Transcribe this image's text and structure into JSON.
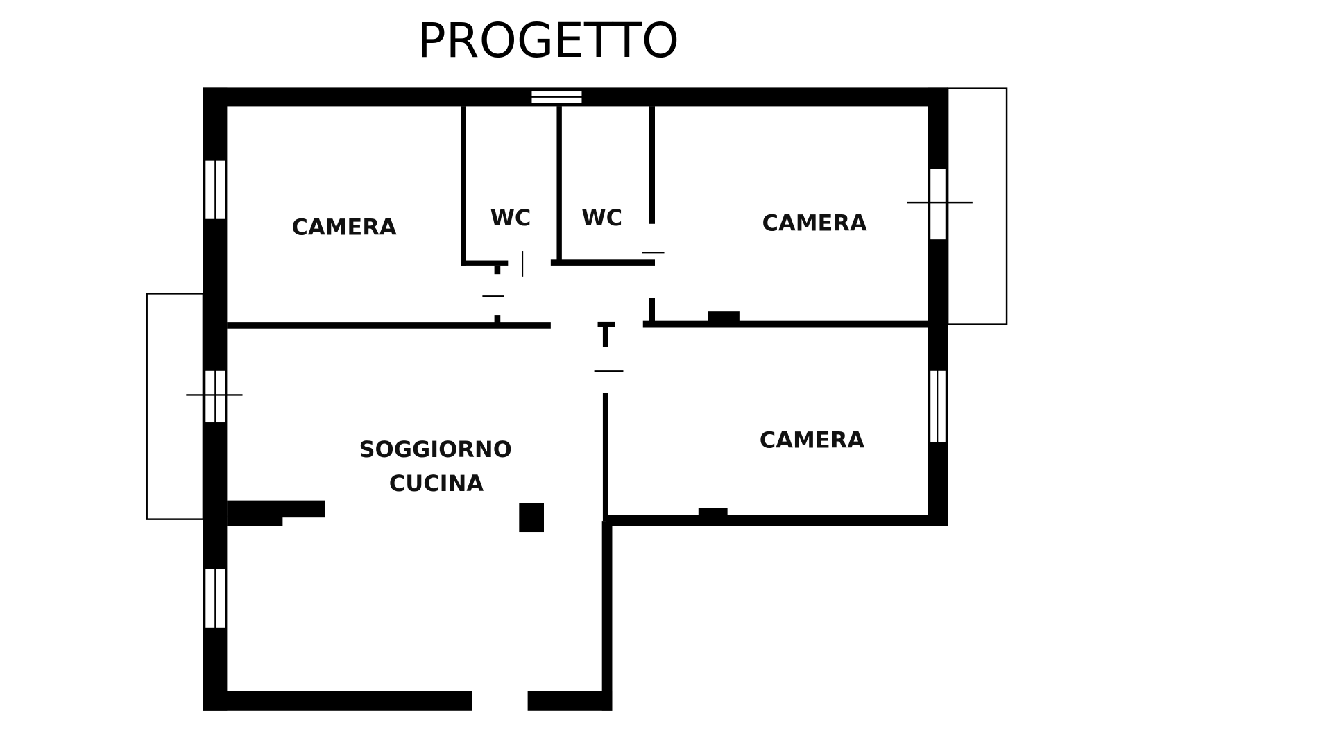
{
  "title": "PROGETTO",
  "rooms": {
    "camera_top_left": "CAMERA",
    "wc_left": "WC",
    "wc_right": "WC",
    "camera_top_right": "CAMERA",
    "soggiorno_line1": "SOGGIORNO",
    "soggiorno_line2": "CUCINA",
    "camera_bottom_right": "CAMERA"
  },
  "colors": {
    "wall": "#000000",
    "background": "#ffffff"
  }
}
